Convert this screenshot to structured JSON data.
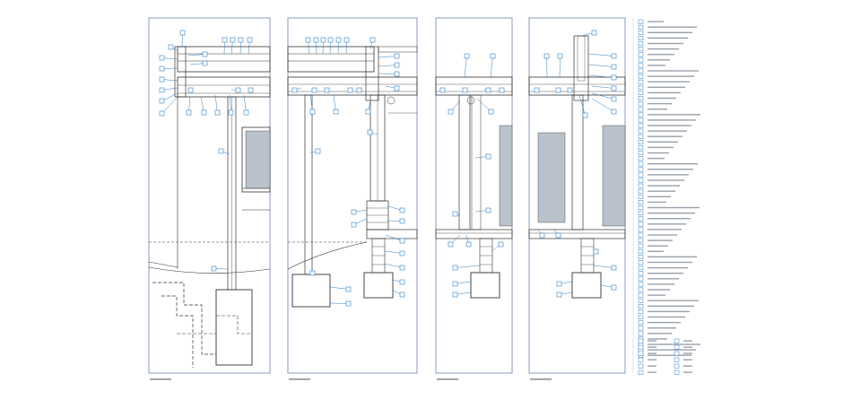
{
  "sheet": {
    "background": "#ffffff",
    "line_color": "#3a3a3a",
    "tag_color": "#2f80c8",
    "glass_color": "#b9c2cc"
  },
  "legend": {
    "entries": []
  },
  "details": [
    {
      "id": "detail-1",
      "caption": ""
    },
    {
      "id": "detail-2",
      "caption": ""
    },
    {
      "id": "detail-3",
      "caption": ""
    },
    {
      "id": "detail-4",
      "caption": ""
    }
  ]
}
